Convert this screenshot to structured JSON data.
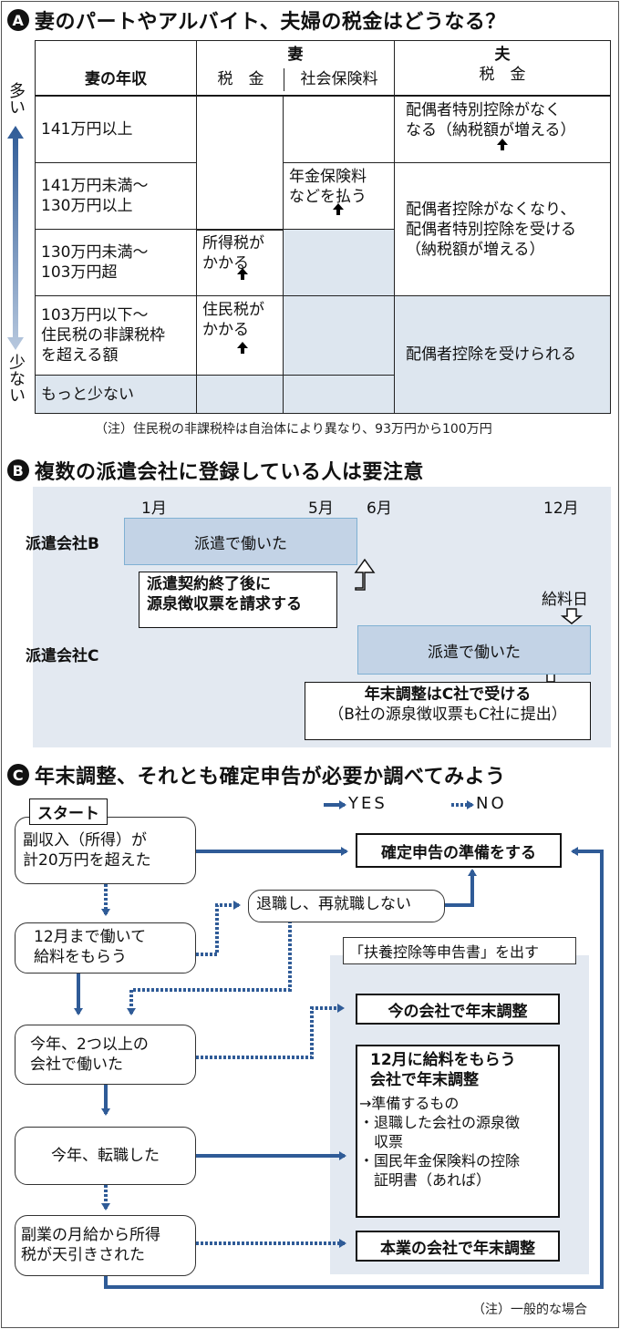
{
  "sectionA": {
    "badge": "A",
    "title": "妻のパートやアルバイト、夫婦の税金はどうなる？",
    "axis": {
      "top_label": "多い",
      "bottom_label": "少ない"
    },
    "headers": {
      "income": "妻の年収",
      "wife_group": "妻",
      "wife_tax": "税　金",
      "wife_social": "社会保険料",
      "husband_group": "夫",
      "husband_tax": "税　金"
    },
    "rows": [
      {
        "income": "141万円以上"
      },
      {
        "income": "141万円未満～\n130万円以上"
      },
      {
        "income": "130万円未満～\n103万円超"
      },
      {
        "income": "103万円以下～\n住民税の非課税枠\nを超える額"
      },
      {
        "income": "もっと少ない"
      }
    ],
    "cells": {
      "wife_tax_income_tax": "所得税が\nかかる",
      "wife_tax_resident_tax": "住民税が\nかかる",
      "wife_social_pension": "年金保険料\nなどを払う",
      "husband_row1": "配偶者特別控除がなく\nなる（納税額が増える）",
      "husband_row23": "配偶者控除がなくなり、\n配偶者特別控除を受ける\n（納税額が増える）",
      "husband_row45": "配偶者控除を受けられる"
    },
    "note": "（注）住民税の非課税枠は自治体により異なり、93万円から100万円"
  },
  "sectionB": {
    "badge": "B",
    "title": "複数の派遣会社に登録している人は要注意",
    "months": [
      "1月",
      "5月",
      "6月",
      "12月"
    ],
    "companyB": {
      "label": "派遣会社B",
      "bar": "派遣で働いた"
    },
    "companyC": {
      "label": "派遣会社C",
      "bar": "派遣で働いた"
    },
    "calloutB": "派遣契約終了後に\n源泉徴収票を請求する",
    "payday": "給料日",
    "calloutC_line1": "年末調整はC社で受ける",
    "calloutC_line2": "（B社の源泉徴収票もC社に提出）"
  },
  "sectionC": {
    "badge": "C",
    "title": "年末調整、それとも確定申告が必要か調べてみよう",
    "legend": {
      "yes": "YES",
      "no": "NO"
    },
    "start": "スタート",
    "q1": "副収入（所得）が\n計20万円を超えた",
    "q2": "12月まで働いて\n給料をもらう",
    "q_retire": "退職し、再就職しない",
    "q3": "今年、2つ以上の\n会社で働いた",
    "q4": "今年、転職した",
    "q5": "副業の月給から所得\n税が天引きされた",
    "r_final_return": "確定申告の準備をする",
    "submit_label": "「扶養控除等申告書」を出す",
    "r_current": "今の会社で年末調整",
    "r_dec_title": "12月に給料をもらう\n会社で年末調整",
    "r_dec_items": "→準備するもの\n・退職した会社の源泉徴\n　収票\n・国民年金保険料の控除\n　証明書（あれば）",
    "r_main": "本業の会社で年末調整",
    "note": "（注）一般的な場合"
  },
  "colors": {
    "flow_blue": "#2f5b97",
    "shade": "#dde6ef",
    "panel": "#e3e9f1",
    "bar": "#c3d3e6"
  }
}
